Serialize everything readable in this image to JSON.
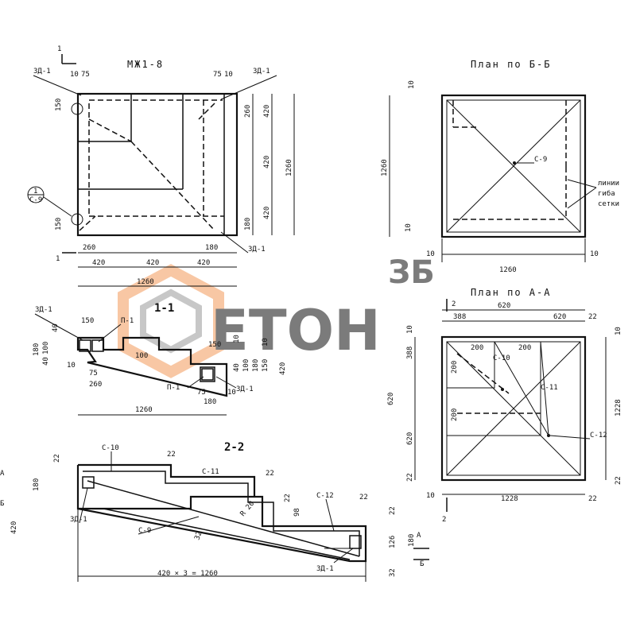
{
  "titles": {
    "front": "МЖ1-8",
    "plan_bb": "План по Б-Б",
    "plan_aa": "План по А-А",
    "section_11": "1-1",
    "section_22": "2-2"
  },
  "marks": {
    "zd1": "ЗД-1",
    "p1": "П-1",
    "c9": "С-9",
    "c10": "С-10",
    "c11": "С-11",
    "c12": "С-12",
    "one": "1",
    "two": "2",
    "a": "А",
    "b": "Б",
    "bend": "R 20",
    "bend_line_1": "линии",
    "bend_line_2": "гиба",
    "bend_line_3": "сетки",
    "circle_top": "1",
    "circle_bottom": "С-9"
  },
  "dims": {
    "d10": "10",
    "d75": "75",
    "d150": "150",
    "d260": "260",
    "d420": "420",
    "d180": "180",
    "d1260": "1260",
    "d100": "100",
    "d40": "40",
    "d22": "22",
    "d32": "32",
    "d98": "98",
    "d126": "126",
    "d200": "200",
    "d388": "388",
    "d620": "620",
    "d1228": "1228",
    "chain": "420 × 3 = 1260"
  },
  "watermark": {
    "top": "ЗБ",
    "main": "ЕТОН"
  },
  "colors": {
    "ink": "#111111",
    "watermark_orange": "#f39a5a",
    "watermark_gray": "#9a9a9a"
  }
}
